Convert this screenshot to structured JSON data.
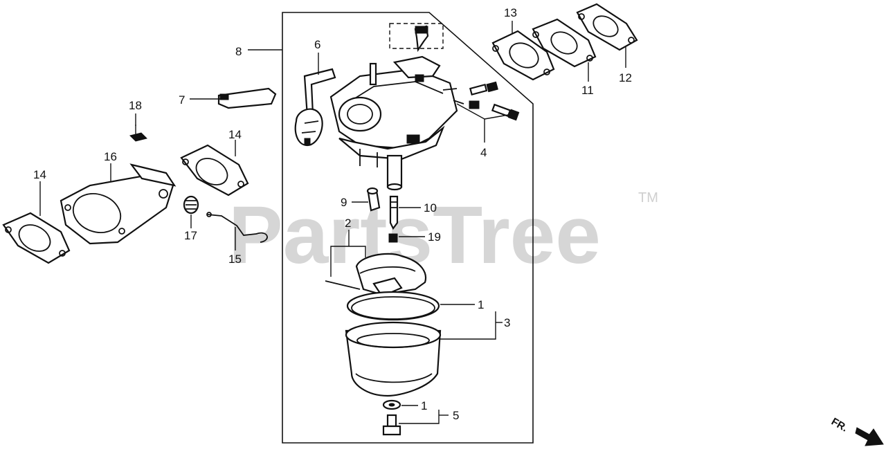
{
  "watermark": {
    "text": "PartsTree",
    "trademark": "TM"
  },
  "direction": {
    "label": "FR."
  },
  "callouts": {
    "c1a": "1",
    "c1b": "1",
    "c2": "2",
    "c3": "3",
    "c4": "4",
    "c5": "5",
    "c6": "6",
    "c7": "7",
    "c8": "8",
    "c9": "9",
    "c10": "10",
    "c11": "11",
    "c12": "12",
    "c13": "13",
    "c14a": "14",
    "c14b": "14",
    "c15": "15",
    "c16": "16",
    "c17": "17",
    "c18": "18",
    "c19": "19"
  }
}
